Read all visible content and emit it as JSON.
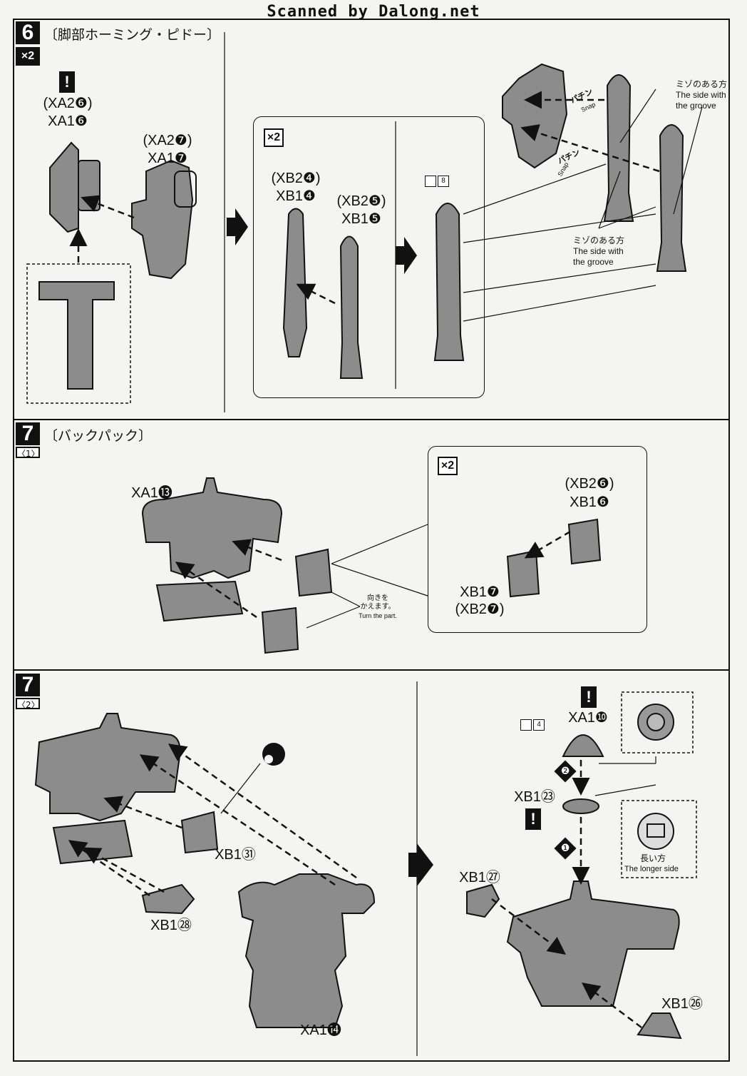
{
  "watermark": "Scanned by Dalong.net",
  "step6": {
    "number": "6",
    "qty": "×2",
    "title": "〔脚部ホーミング・ピドー〕",
    "parts": {
      "xa2_6": "(XA2❻)",
      "xa1_6": "XA1❻",
      "xa2_7": "(XA2❼)",
      "xa1_7": "XA1❼",
      "xb2_4": "(XB2❹)",
      "xb1_4": "XB1❹",
      "xb2_5": "(XB2❺)",
      "xb1_5": "XB1❺"
    },
    "inner_qty": "×2",
    "decal": "8",
    "snap1": "パチン",
    "snap2": "パチン",
    "snap_en": "Snap",
    "groove1_jp": "ミゾのある方",
    "groove1_en_1": "The side with",
    "groove1_en_2": "the groove",
    "groove2_jp": "ミゾのある方",
    "groove2_en_1": "The side with",
    "groove2_en_2": "the groove"
  },
  "step7_1": {
    "number": "7",
    "sub": "〈1〉",
    "title": "〔バックパック〕",
    "inner_qty": "×2",
    "parts": {
      "xa1_13": "XA1⓭",
      "xb2_6": "(XB2❻)",
      "xb1_6": "XB1❻",
      "xb1_7": "XB1❼",
      "xb2_7": "(XB2❼)"
    },
    "turn_jp_1": "向きを",
    "turn_jp_2": "かえます。",
    "turn_en": "Turn the part."
  },
  "step7_2": {
    "number": "7",
    "sub": "〈2〉",
    "parts": {
      "xb1_31": "XB1㉛",
      "xb1_28": "XB1㉘",
      "xa1_14": "XA1⓮",
      "xa1_10": "XA1❿",
      "xb1_23": "XB1㉓",
      "xb1_27": "XB1㉗",
      "xb1_26": "XB1㉖"
    },
    "decal": "4",
    "order1": "❷",
    "order2": "❶",
    "longer_jp": "長い方",
    "longer_en": "The longer side"
  },
  "colors": {
    "ink": "#111111",
    "paper": "#f4f4f2",
    "part": "#8c8c8c"
  }
}
